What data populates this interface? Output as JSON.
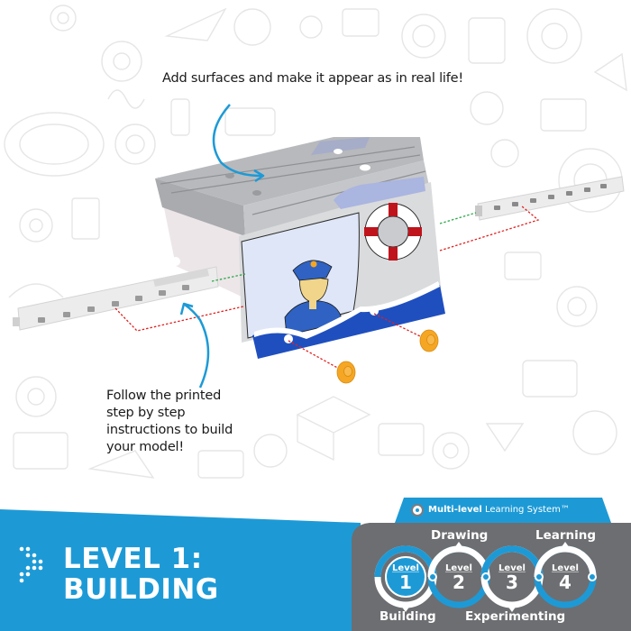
{
  "captions": {
    "top": "Add surfaces and make it appear as in real life!",
    "left": "Follow the printed step by step instructions to build your model!"
  },
  "banner": {
    "title_line1": "LEVEL 1:",
    "title_line2": "BUILDING",
    "icon": "dotted-arrow-icon"
  },
  "learning_system": {
    "tab_bold": "Multi-level",
    "tab_rest": " Learning System™",
    "tab_icon": "lightbulb-gear-icon",
    "levels": [
      {
        "word": "Level",
        "number": "1",
        "name": "Building",
        "name_position": "bottom",
        "active": true
      },
      {
        "word": "Level",
        "number": "2",
        "name": "Drawing",
        "name_position": "top",
        "active": false
      },
      {
        "word": "Level",
        "number": "3",
        "name": "Experimenting",
        "name_position": "bottom",
        "active": false
      },
      {
        "word": "Level",
        "number": "4",
        "name": "Learning",
        "name_position": "top",
        "active": false
      }
    ]
  },
  "colors": {
    "brand_blue": "#1d9ad6",
    "panel_grey": "#6d6e71",
    "band_dark_blue": "#0b7fb8",
    "boat_blue": "#1f4fbf",
    "lifebuoy_red": "#c0141c",
    "peg_orange": "#f5a623",
    "guide_red": "#e02020",
    "guide_green": "#2aa84a"
  }
}
